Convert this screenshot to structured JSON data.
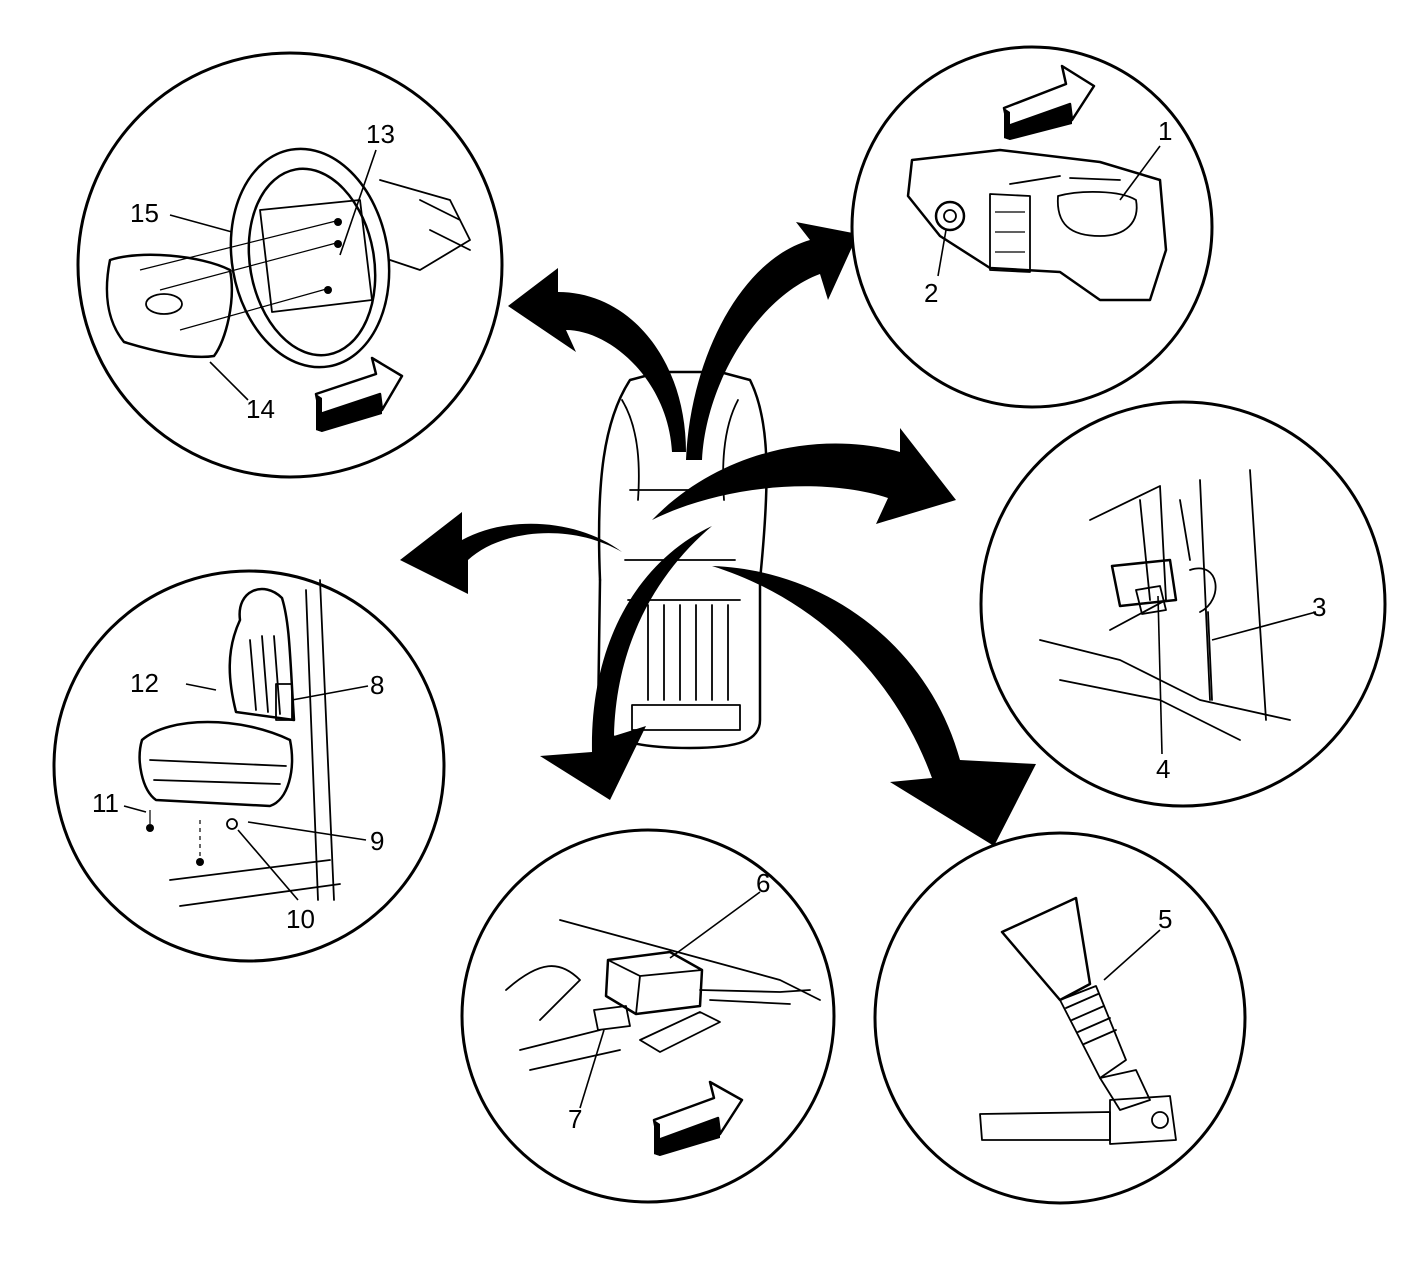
{
  "callouts": {
    "c1": "1",
    "c2": "2",
    "c3": "3",
    "c4": "4",
    "c5": "5",
    "c6": "6",
    "c7": "7",
    "c8": "8",
    "c9": "9",
    "c10": "10",
    "c11": "11",
    "c12": "12",
    "c13": "13",
    "c14": "14",
    "c15": "15"
  },
  "colors": {
    "ink": "#000000",
    "paper": "#ffffff"
  },
  "icons": {
    "forward_arrows": "forward-arrow-icon",
    "flow_arrows": "curved-flow-arrow-icon"
  }
}
